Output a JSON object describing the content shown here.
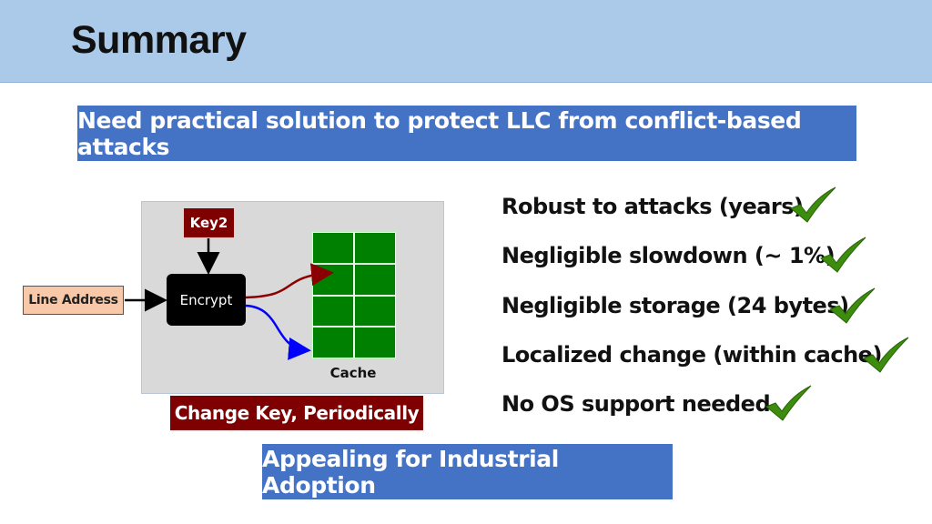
{
  "slide": {
    "title": "Summary",
    "banner": "Need practical solution to protect LLC from conflict-based attacks",
    "footer": "Appealing for Industrial Adoption"
  },
  "diagram": {
    "key_label": "Key2",
    "encrypt_label": "Encrypt",
    "input_label": "Line Address",
    "cache_label": "Cache",
    "change_key_label": "Change Key, Periodically",
    "cache_rows": 4,
    "cache_cols": 2
  },
  "benefits": [
    {
      "text": "Robust to attacks (years)",
      "icon": "checkmark-icon"
    },
    {
      "text": "Negligible slowdown (~ 1%)",
      "icon": "checkmark-icon"
    },
    {
      "text": "Negligible storage (24 bytes)",
      "icon": "checkmark-icon"
    },
    {
      "text": "Localized change (within cache)",
      "icon": "checkmark-icon"
    },
    {
      "text": "No OS support needed",
      "icon": "checkmark-icon"
    }
  ],
  "colors": {
    "title_bar": "#abc9e8",
    "banner": "#4472c4",
    "dark_red": "#7f0000",
    "cache_green": "#008000",
    "check_green": "#3c8d0d",
    "red_arrow": "#8b0000",
    "blue_arrow": "#0000ff",
    "input_fill": "#f7c9a8"
  }
}
